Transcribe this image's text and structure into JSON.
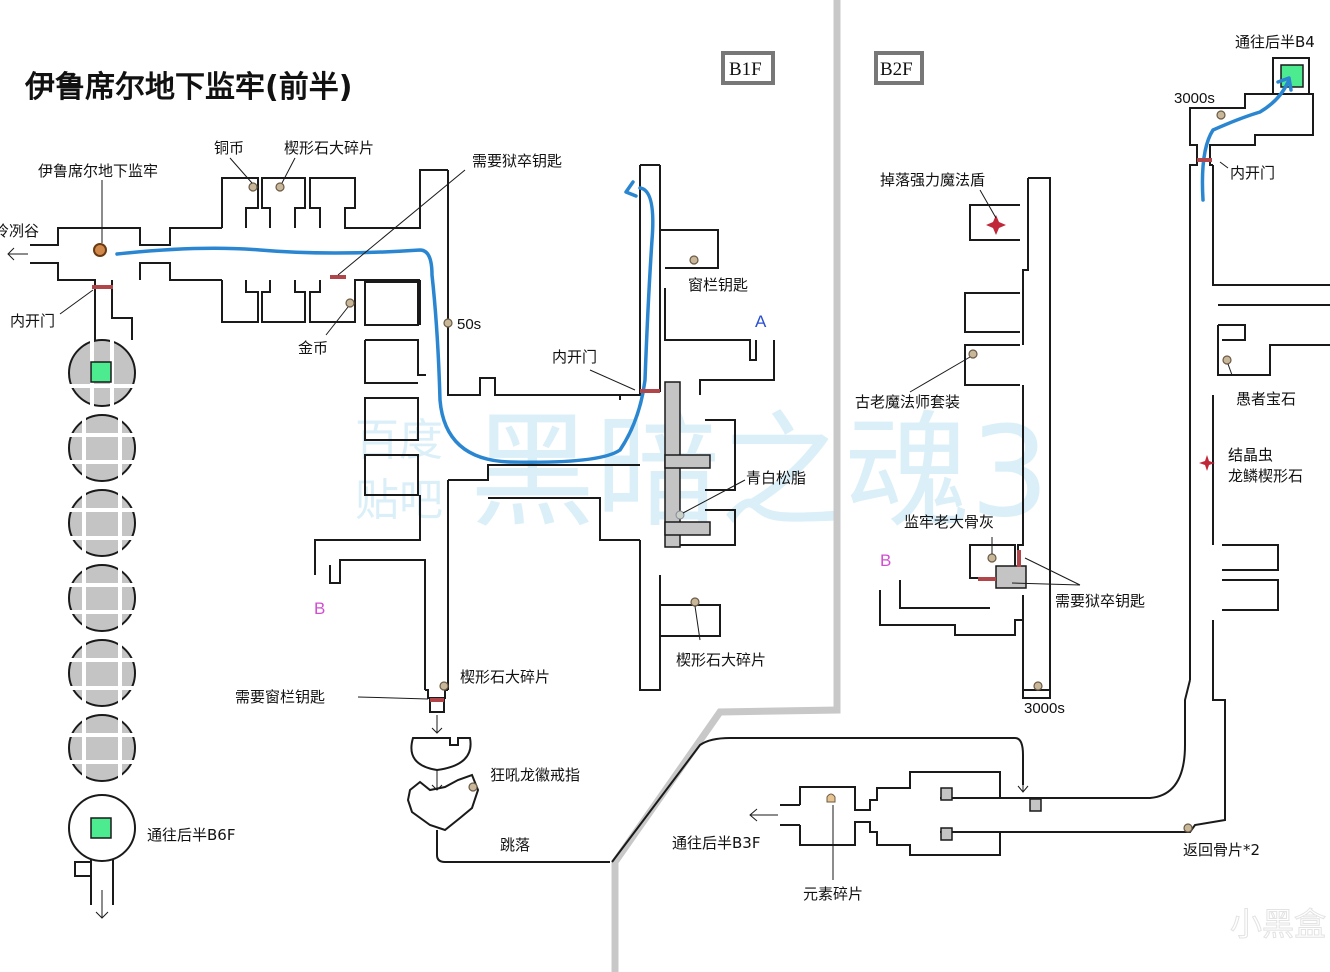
{
  "map": {
    "title": "伊鲁席尔地下监牢(前半)",
    "floors": {
      "b1f": "B1F",
      "b2f": "B2F"
    },
    "watermark": {
      "main": "黑暗之魂3",
      "sub1": "百度",
      "sub2": "贴吧",
      "corner": "小黑盒"
    },
    "colors": {
      "route": "#2a86d0",
      "door": "#b0454a",
      "item": "#c9b79a",
      "exit": "#4deb8f",
      "wall_fill": "#c4c4c4",
      "divider": "#c8c8c8",
      "marker_a": "#2a4fd0",
      "marker_b": "#d04fd0",
      "enemy": "#c0283a"
    },
    "b1f_labels": {
      "area_name": "伊鲁席尔地下监牢",
      "to_valley": "冷冽谷",
      "inner_door_1": "内开门",
      "copper_coin": "铜币",
      "wedge_shard_1": "楔形石大碎片",
      "need_jailer_key_1": "需要狱卒钥匙",
      "gold_coin": "金币",
      "timer_50s": "50s",
      "window_key": "窗栏钥匙",
      "inner_door_2": "内开门",
      "blue_pine_resin": "青白松脂",
      "wedge_shard_2": "楔形石大碎片",
      "wedge_shard_3": "楔形石大碎片",
      "need_window_key": "需要窗栏钥匙",
      "roaring_ring": "狂吼龙徽戒指",
      "jump_down": "跳落",
      "to_b6f": "通往后半B6F",
      "marker_a": "A",
      "marker_b": "B"
    },
    "b2f_labels": {
      "to_b4": "通往后半B4",
      "timer_3000s_top": "3000s",
      "inner_door": "内开门",
      "great_magic_shield": "掉落强力魔法盾",
      "old_sorcerer_set": "古老魔法师套装",
      "fools_gem": "愚者宝石",
      "crystal_lizard": "结晶虫",
      "dragon_scale": "龙鳞楔形石",
      "jailer_ashes": "监牢老大骨灰",
      "need_jailer_key": "需要狱卒钥匙",
      "timer_3000s_bottom": "3000s",
      "marker_b": "B",
      "to_b3f": "通往后半B3F",
      "element_shard": "元素碎片",
      "homeward_bones": "返回骨片*2"
    }
  }
}
